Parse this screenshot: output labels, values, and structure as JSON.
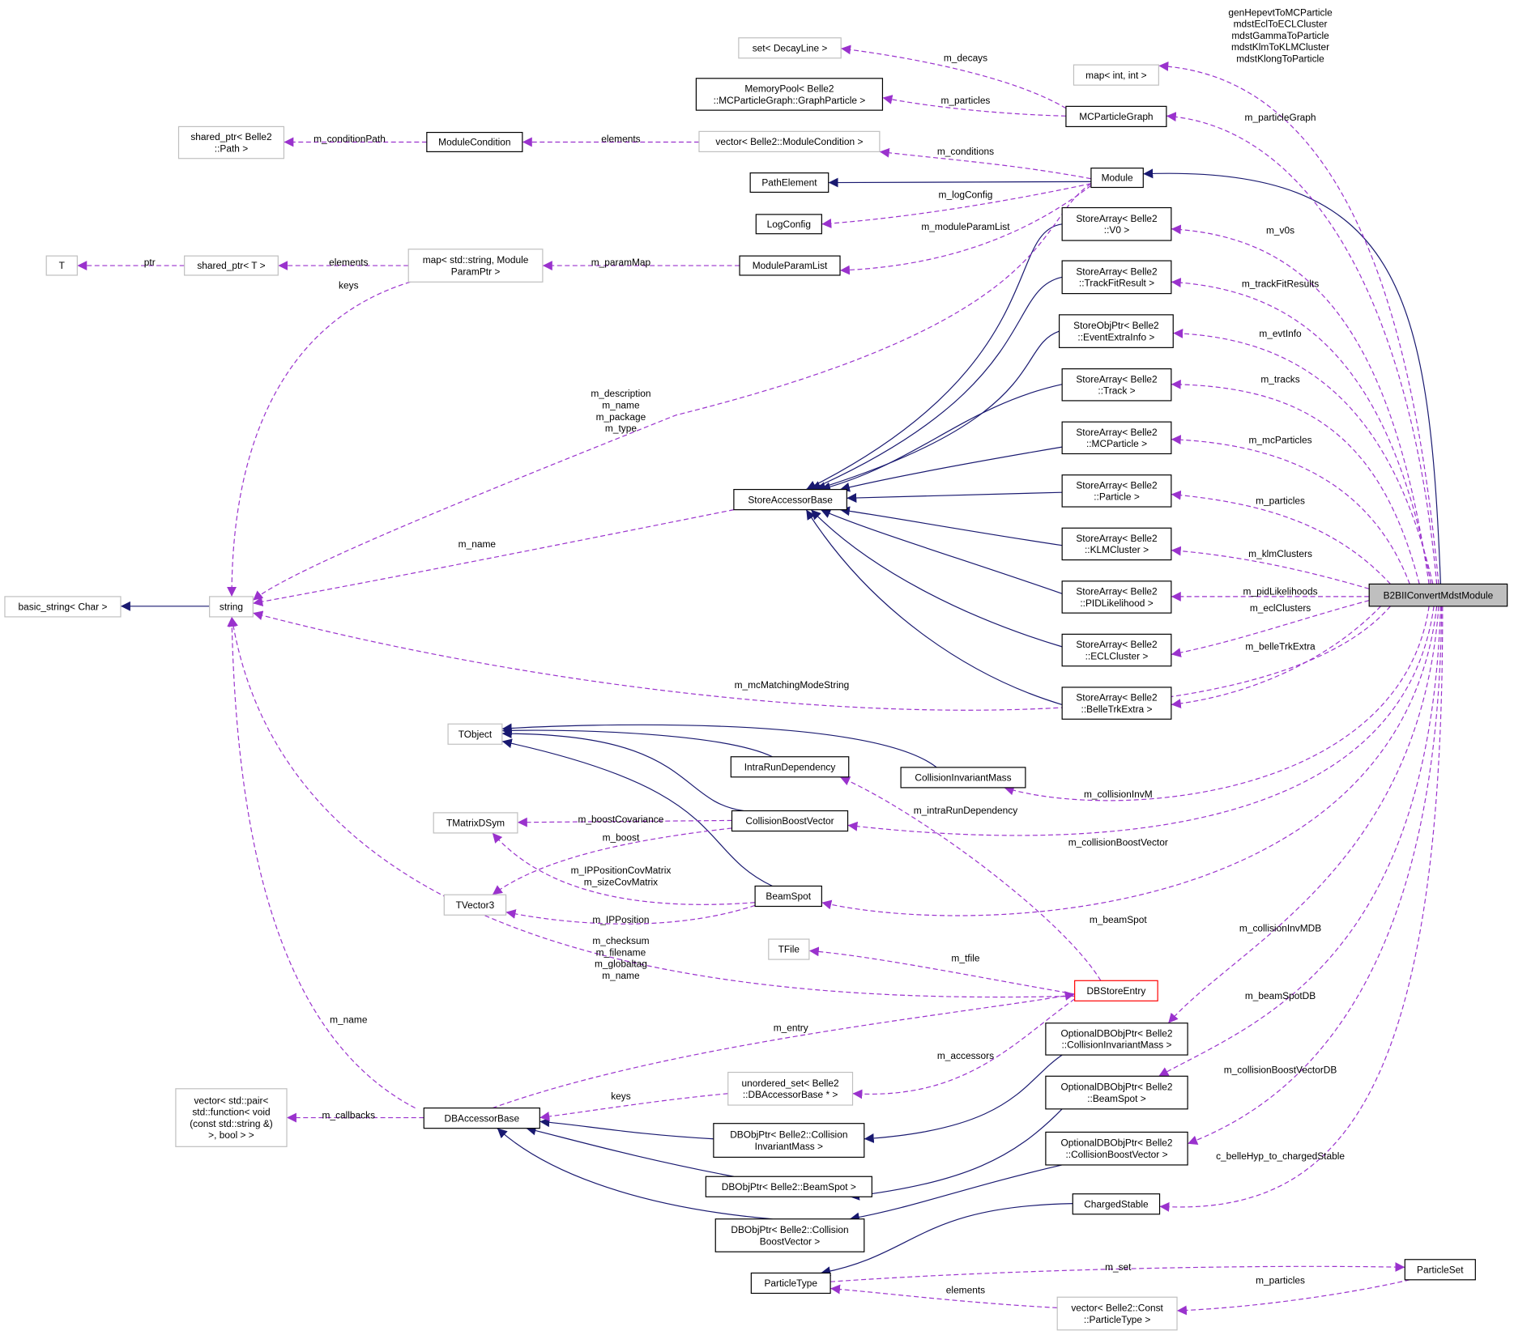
{
  "colors": {
    "inheritance": "#191970",
    "usage": "#9a32cd",
    "focus_fill": "#bfbfbf",
    "undocumented_border": "#bfbfbf",
    "red_border": "#ff0000"
  },
  "nodes": {
    "set_decayline": [
      "set< DecayLine >"
    ],
    "memorypool": [
      "MemoryPool< Belle2",
      "::MCParticleGraph::GraphParticle >"
    ],
    "map_int_int": [
      "map< int, int >"
    ],
    "mcparticlegraph": [
      "MCParticleGraph"
    ],
    "shared_ptr_path": [
      "shared_ptr< Belle2",
      "::Path >"
    ],
    "modulecondition": [
      "ModuleCondition"
    ],
    "vector_modulecondition": [
      "vector< Belle2::ModuleCondition >"
    ],
    "module": [
      "Module"
    ],
    "pathelement": [
      "PathElement"
    ],
    "logconfig": [
      "LogConfig"
    ],
    "storearray_v0": [
      "StoreArray< Belle2",
      "::V0 >"
    ],
    "t": [
      "T"
    ],
    "shared_ptr_t": [
      "shared_ptr< T >"
    ],
    "map_paramptr": [
      "map< std::string, Module",
      "ParamPtr >"
    ],
    "moduleparamlist": [
      "ModuleParamList"
    ],
    "storearray_trackfitresult": [
      "StoreArray< Belle2",
      "::TrackFitResult >"
    ],
    "storeobjptr_eventextrainfo": [
      "StoreObjPtr< Belle2",
      "::EventExtraInfo >"
    ],
    "storearray_track": [
      "StoreArray< Belle2",
      "::Track >"
    ],
    "storearray_mcparticle": [
      "StoreArray< Belle2",
      "::MCParticle >"
    ],
    "storearray_particle": [
      "StoreArray< Belle2",
      "::Particle >"
    ],
    "storeaccessorbase": [
      "StoreAccessorBase"
    ],
    "storearray_klmcluster": [
      "StoreArray< Belle2",
      "::KLMCluster >"
    ],
    "basic_string": [
      "basic_string< Char >"
    ],
    "string": [
      "string"
    ],
    "b2bii": [
      "B2BIIConvertMdstModule"
    ],
    "storearray_pidlikelihood": [
      "StoreArray< Belle2",
      "::PIDLikelihood >"
    ],
    "storearray_eclcluster": [
      "StoreArray< Belle2",
      "::ECLCluster >"
    ],
    "storearray_belletrkextra": [
      "StoreArray< Belle2",
      "::BelleTrkExtra >"
    ],
    "tobject": [
      "TObject"
    ],
    "intrarundependency": [
      "IntraRunDependency"
    ],
    "collisioninvariantmass": [
      "CollisionInvariantMass"
    ],
    "tmatrixdsym": [
      "TMatrixDSym"
    ],
    "collisionboostvector": [
      "CollisionBoostVector"
    ],
    "tvector3": [
      "TVector3"
    ],
    "beamspot": [
      "BeamSpot"
    ],
    "tfile": [
      "TFile"
    ],
    "dbstoreentry": [
      "DBStoreEntry"
    ],
    "optdb_cim": [
      "OptionalDBObjPtr< Belle2",
      "::CollisionInvariantMass >"
    ],
    "vector_pair": [
      "vector< std::pair<",
      "std::function< void",
      "(const std::string &)",
      ">, bool > >"
    ],
    "unordered_set": [
      "unordered_set< Belle2",
      "::DBAccessorBase * >"
    ],
    "optdb_bs": [
      "OptionalDBObjPtr< Belle2",
      "::BeamSpot >"
    ],
    "dbaccessorbase": [
      "DBAccessorBase"
    ],
    "dbobj_cim": [
      "DBObjPtr< Belle2::Collision",
      "InvariantMass >"
    ],
    "optdb_cbv": [
      "OptionalDBObjPtr< Belle2",
      "::CollisionBoostVector >"
    ],
    "dbobj_bs": [
      "DBObjPtr< Belle2::BeamSpot >"
    ],
    "chargedstable": [
      "ChargedStable"
    ],
    "dbobj_cbv": [
      "DBObjPtr< Belle2::Collision",
      "BoostVector >"
    ],
    "particleset": [
      "ParticleSet"
    ],
    "particletype": [
      "ParticleType"
    ],
    "vector_const_particletype": [
      "vector< Belle2::Const",
      "::ParticleType >"
    ]
  },
  "edge_labels": {
    "e_relations": [
      "genHepevtToMCParticle",
      "mdstEclToECLCluster",
      "mdstGammaToParticle",
      "mdstKlmToKLMCluster",
      "mdstKlongToParticle"
    ],
    "e_decays": [
      "m_decays"
    ],
    "e_mcp_particles": [
      "m_particles"
    ],
    "e_particlegraph": [
      "m_particleGraph"
    ],
    "e_conditionpath": [
      "m_conditionPath"
    ],
    "e_cond_elements": [
      "elements"
    ],
    "e_conditions": [
      "m_conditions"
    ],
    "e_logconfig": [
      "m_logConfig"
    ],
    "e_moduleparamlist": [
      "m_moduleParamList"
    ],
    "e_module_strings": [
      "m_description",
      "m_name",
      "m_package",
      "m_type"
    ],
    "e_parammap": [
      "m_paramMap"
    ],
    "e_map_elements": [
      "elements"
    ],
    "e_ptr": [
      "ptr"
    ],
    "e_keys": [
      "keys"
    ],
    "e_v0s": [
      "m_v0s"
    ],
    "e_trackfitresults": [
      "m_trackFitResults"
    ],
    "e_evtinfo": [
      "m_evtInfo"
    ],
    "e_tracks": [
      "m_tracks"
    ],
    "e_mcparticles": [
      "m_mcParticles"
    ],
    "e_particles": [
      "m_particles"
    ],
    "e_klmclusters": [
      "m_klmClusters"
    ],
    "e_pidlikelihoods": [
      "m_pidLikelihoods"
    ],
    "e_eclclusters": [
      "m_eclClusters"
    ],
    "e_belletrkextra": [
      "m_belleTrkExtra"
    ],
    "e_sab_name": [
      "m_name"
    ],
    "e_mcmatching": [
      "m_mcMatchingModeString"
    ],
    "e_collisioninvm": [
      "m_collisionInvM"
    ],
    "e_intrarun": [
      "m_intraRunDependency"
    ],
    "e_boostcov": [
      "m_boostCovariance"
    ],
    "e_boost": [
      "m_boost"
    ],
    "e_ipcov": [
      "m_IPPositionCovMatrix",
      "m_sizeCovMatrix"
    ],
    "e_cbv": [
      "m_collisionBoostVector"
    ],
    "e_ipposition": [
      "m_IPPosition"
    ],
    "e_beamspot": [
      "m_beamSpot"
    ],
    "e_tfile": [
      "m_tfile"
    ],
    "e_dbse_strings": [
      "m_checksum",
      "m_filename",
      "m_globaltag",
      "m_name"
    ],
    "e_dba_name": [
      "m_name"
    ],
    "e_entry": [
      "m_entry"
    ],
    "e_accessors": [
      "m_accessors"
    ],
    "e_us_keys": [
      "keys"
    ],
    "e_callbacks": [
      "m_callbacks"
    ],
    "e_cimdb": [
      "m_collisionInvMDB"
    ],
    "e_beamspotdb": [
      "m_beamSpotDB"
    ],
    "e_cbvdb": [
      "m_collisionBoostVectorDB"
    ],
    "e_bellehyp": [
      "c_belleHyp_to_chargedStable"
    ],
    "e_set": [
      "m_set"
    ],
    "e_ps_particles": [
      "m_particles"
    ],
    "e_pt_elements": [
      "elements"
    ]
  }
}
